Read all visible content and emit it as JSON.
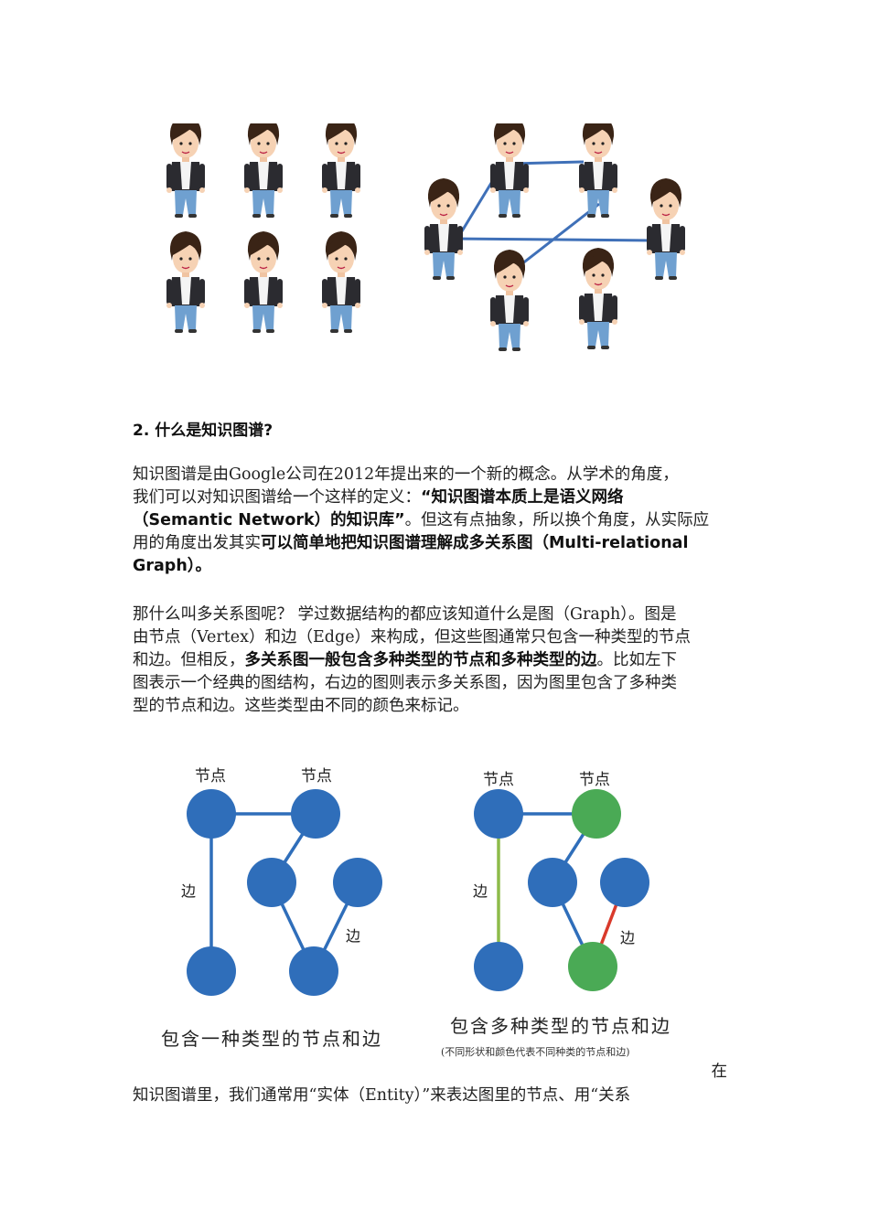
{
  "section": {
    "heading": "2. 什么是知识图谱?"
  },
  "paragraph1": {
    "l1": "知识图谱是由Google公司在2012年提出来的一个新的概念。从学术的角度，",
    "l2a": "我们可以对知识图谱给一个这样的定义：",
    "l2b": "“知识图谱本质上是语义网络",
    "l3a": "（Semantic Network）的知识库”",
    "l3b": "。但这有点抽象，所以换个角度，从实际应",
    "l4a": "用的角度出发其实",
    "l4b": "可以简单地把知识图谱理解成多关系图（Multi-relational",
    "l5": "Graph）。"
  },
  "paragraph2": {
    "l1": "那什么叫多关系图呢？ 学过数据结构的都应该知道什么是图（Graph）。图是",
    "l2": "由节点（Vertex）和边（Edge）来构成，但这些图通常只包含一种类型的节点",
    "l3a": "和边。但相反，",
    "l3b": "多关系图一般包含多种类型的节点和多种类型的边",
    "l3c": "。比如左下",
    "l4": "图表示一个经典的图结构，右边的图则表示多关系图，因为图里包含了多种类",
    "l5": "型的节点和边。这些类型由不同的颜色来标记。"
  },
  "figure2": {
    "left": {
      "node_label_1": "节点",
      "node_label_2": "节点",
      "edge_label_1": "边",
      "edge_label_2": "边",
      "caption": "包含一种类型的节点和边"
    },
    "right": {
      "node_label_1": "节点",
      "node_label_2": "节点",
      "edge_label_1": "边",
      "edge_label_2": "边",
      "caption": "包含多种类型的节点和边",
      "subcaption": "(不同形状和颜色代表不同种类的节点和边)"
    },
    "colors": {
      "blue": "#2f6eba",
      "green": "#4aaa55",
      "green_edge": "#8dbb4a",
      "red_edge": "#d93a2b"
    }
  },
  "paragraph3": {
    "float_word": "在",
    "l1": "知识图谱里，我们通常用“实体（Entity）”来表达图里的节点、用“关系"
  }
}
